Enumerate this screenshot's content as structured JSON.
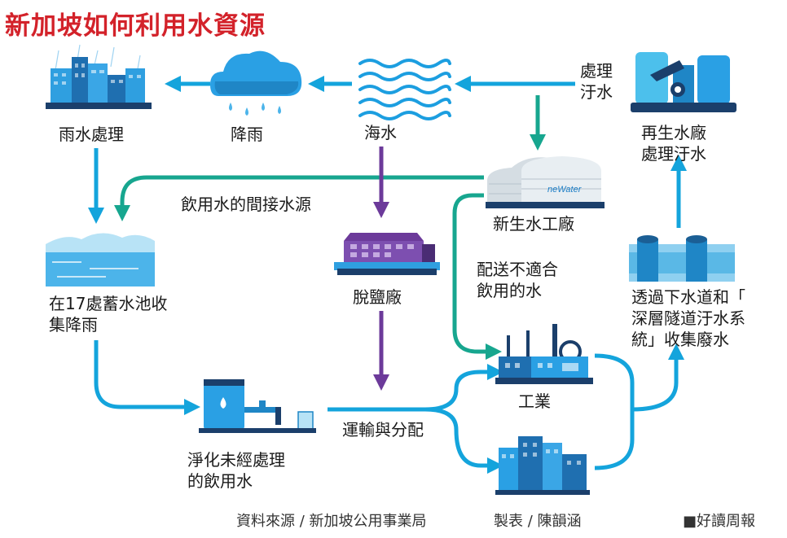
{
  "title": "新加坡如何利用水資源",
  "nodes": {
    "rain_treatment": "雨水處理",
    "rain": "降雨",
    "seawater": "海水",
    "treated_sewage_label": "處理\n汙水",
    "reclamation_plant": "再生水廠\n處理汙水",
    "indirect_potable": "飲用水的間接水源",
    "newater_plant": "新生水工廠",
    "reservoirs": "在17處蓄水池收\n集降雨",
    "desalination": "脫鹽廠",
    "non_potable": "配送不適合\n飲用的水",
    "sewer_collect": "透過下水道和「\n深層隧道汙水系\n統」收集廢水",
    "potable_water": "淨化未經處理\n的飲用水",
    "distribution": "運輸與分配",
    "industry": "工業",
    "newater_brand": "neWater"
  },
  "footer": {
    "source": "資料來源 / 新加坡公用事業局",
    "credit": "製表 / 陳韻涵",
    "publisher": "■好讀周報"
  },
  "colors": {
    "title_red": "#d3222a",
    "blue_arrow": "#14a4dc",
    "green_arrow": "#17a68f",
    "purple_arrow": "#6c3a9a",
    "icon_blue": "#2f9fe0",
    "icon_dark": "#1f5f9f"
  }
}
